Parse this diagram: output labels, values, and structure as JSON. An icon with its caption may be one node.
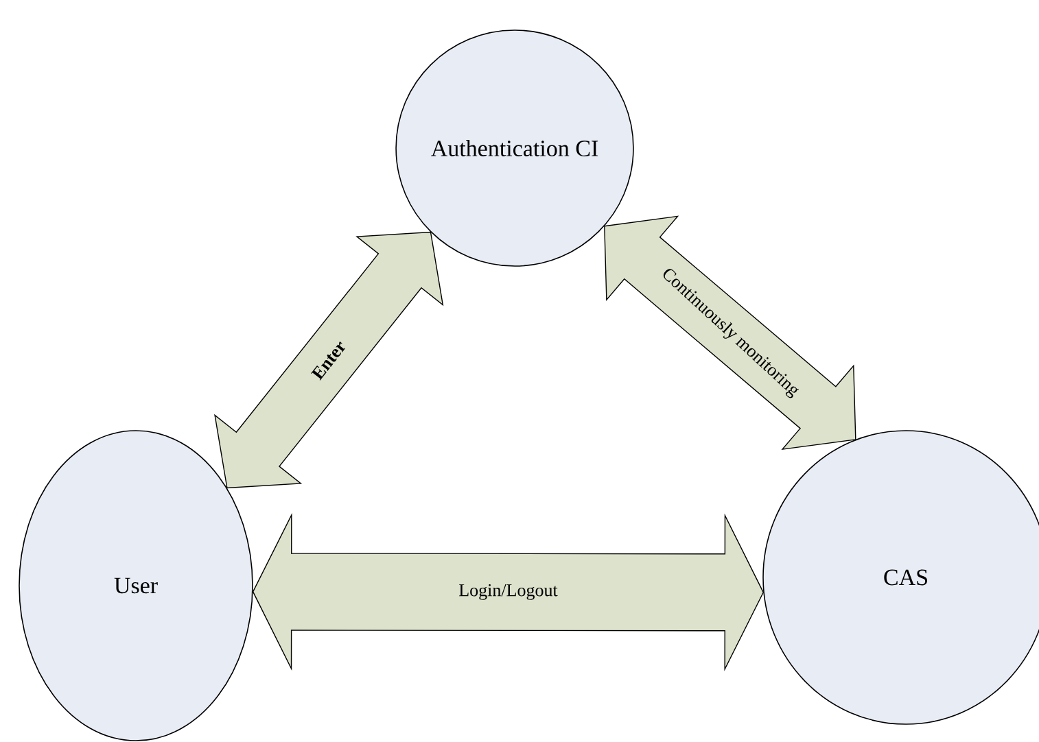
{
  "diagram": {
    "nodes": [
      {
        "text": [
          "Authentication CI"
        ]
      },
      {
        "text": [
          "User"
        ]
      },
      {
        "text": [
          "CAS"
        ]
      }
    ],
    "edges": [
      {
        "from": 1,
        "to": 0,
        "arrow": "both",
        "label": "**Enter**"
      },
      {
        "from": 0,
        "to": 2,
        "arrow": "both",
        "label": "Continuously monitoring"
      },
      {
        "from": 1,
        "to": 2,
        "arrow": "both",
        "label": "Login/Logout"
      }
    ]
  }
}
